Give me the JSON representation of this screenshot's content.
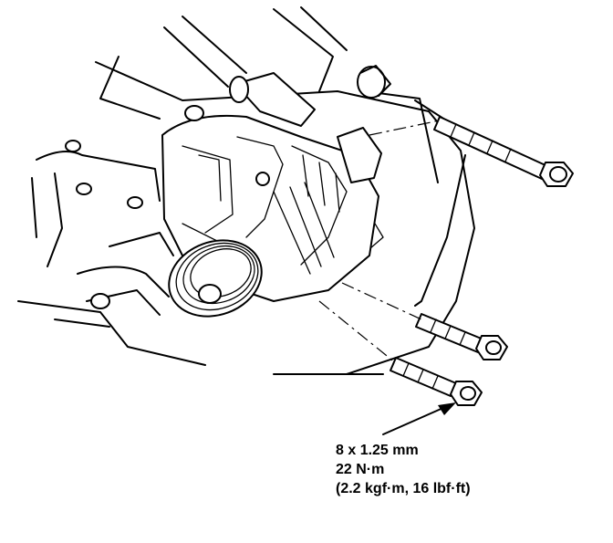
{
  "callout": {
    "line1": "8 x 1.25 mm",
    "line2": "22 N·m",
    "line3": "(2.2 kgf·m, 16 lbf·ft)"
  }
}
